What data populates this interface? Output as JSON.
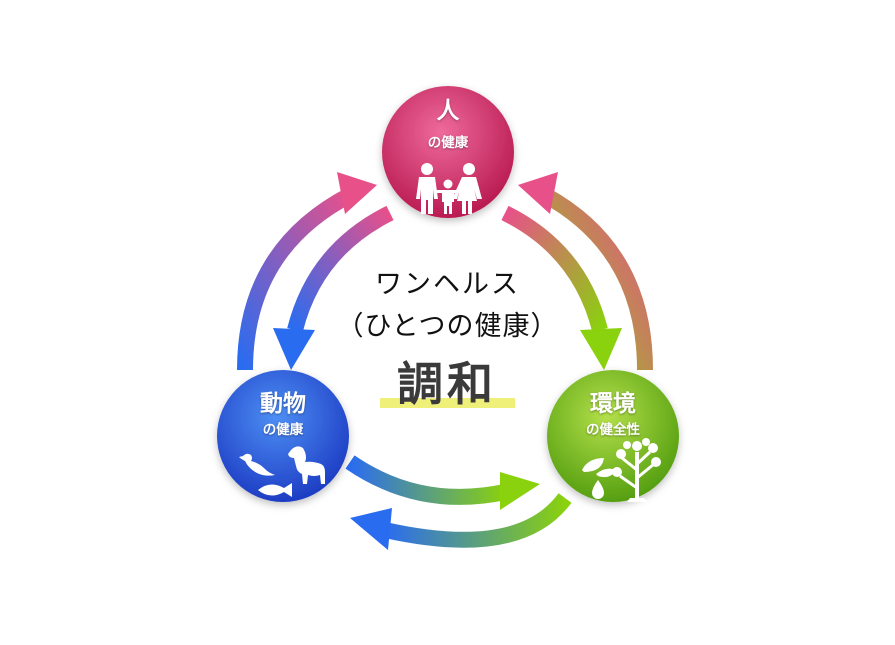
{
  "center": {
    "title_line1": "ワンヘルス",
    "title_line2": "（ひとつの健康）",
    "harmony": "調和"
  },
  "nodes": [
    {
      "id": "human",
      "title": "人",
      "subtitle": "の健康",
      "icon": "family-icon",
      "color_top": "#e8508a",
      "color_bottom": "#b5154b"
    },
    {
      "id": "animal",
      "title": "動物",
      "subtitle": "の健康",
      "icon": "animals-icon",
      "color_top": "#3a7ff0",
      "color_bottom": "#1a37c0"
    },
    {
      "id": "environment",
      "title": "環境",
      "subtitle": "の健全性",
      "icon": "plant-tree-icon",
      "color_top": "#a6d93a",
      "color_bottom": "#4e9a0c"
    }
  ],
  "colors": {
    "pink": "#e8508a",
    "blue": "#2a6cf0",
    "green": "#8ad10e",
    "highlight": "#eef07a"
  }
}
